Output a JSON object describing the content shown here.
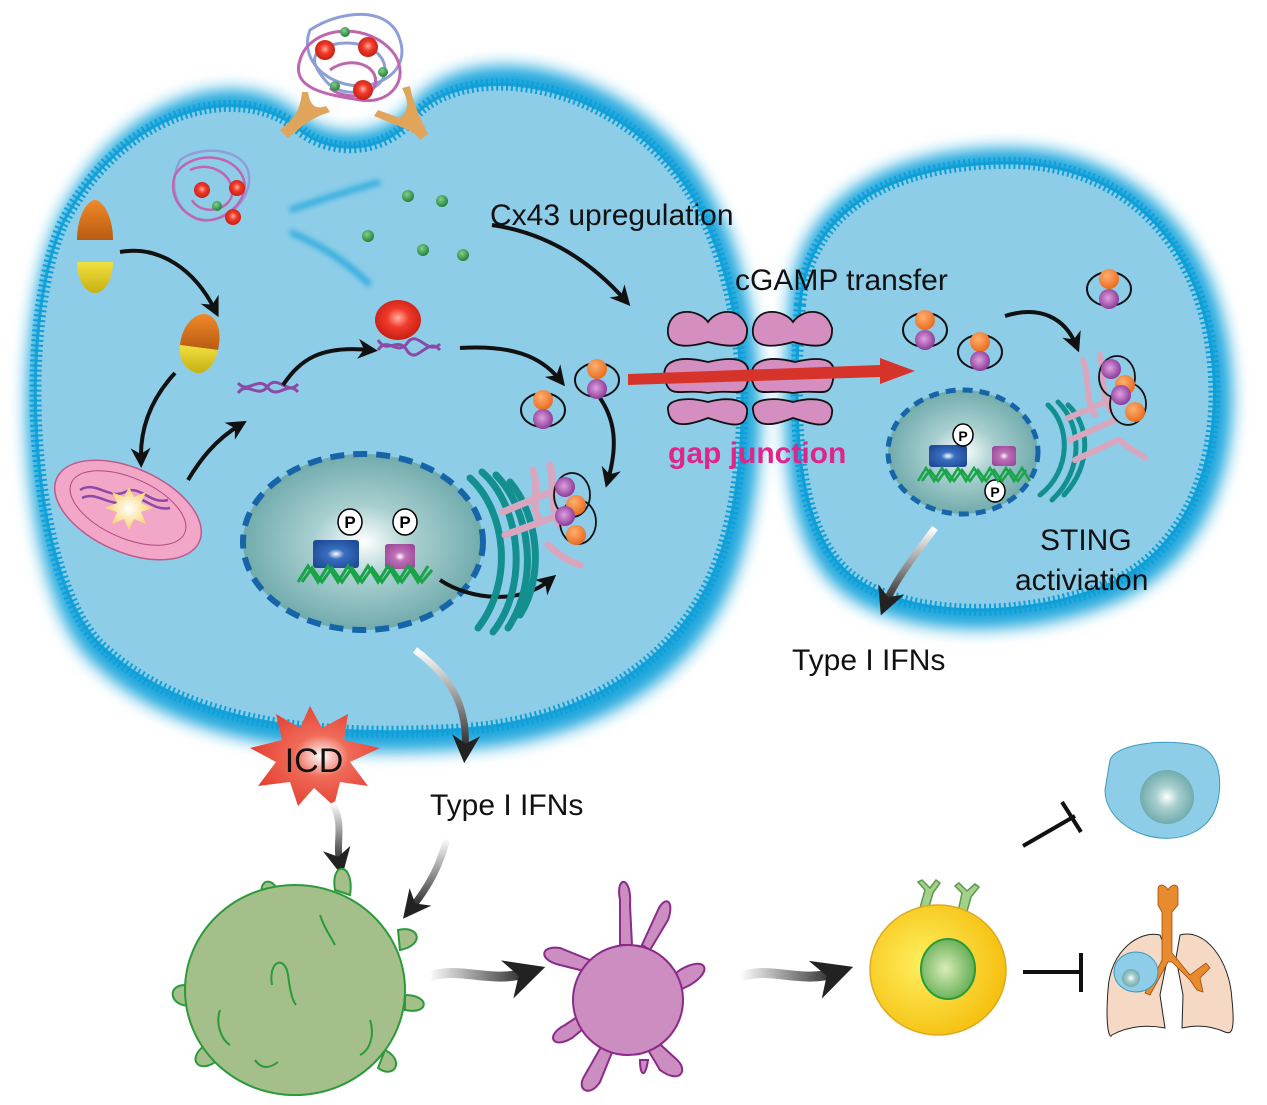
{
  "labels": {
    "cx43": "Cx43 upregulation",
    "cgamp_transfer": "cGAMP transfer",
    "gap_junction": "gap junction",
    "sting_line1": "STING",
    "sting_line2": "activiation",
    "ifn_right": "Type I IFNs",
    "ifn_left": "Type I IFNs",
    "icd": "ICD",
    "phospho": "P"
  },
  "colors": {
    "cytoplasm": "#8ecde8",
    "membrane": "#0f9fd8",
    "membrane_halo": "#1aa6dc",
    "nucleus": "#6aa7a8",
    "nucleus_border": "#1565a8",
    "gap_junction_protein": "#d48fc0",
    "gap_junction_text": "#e0248a",
    "transfer_arrow": "#d6342a",
    "cgamp_orange": "#f07a25",
    "cgamp_purple": "#8e3a9a",
    "er": "#138f8f",
    "sting": "#d9a6bf",
    "icd_star": "#e8423a",
    "dc_immature": "#a4bf8a",
    "dc_mature": "#cc8dc0",
    "t_cell": "#f7d21a",
    "tumor_cell": "#8ecde8",
    "lung": "#f6d9c4",
    "trachea": "#e88a2e",
    "dna_green": "#1aa44a",
    "dna_purple": "#8a4aa6"
  },
  "nodes": [
    {
      "id": "nanoparticle",
      "name": "nanoparticle complex"
    },
    {
      "id": "mitochondrion",
      "name": "damaged mitochondrion"
    },
    {
      "id": "cgas",
      "name": "cGAS bound to DNA"
    },
    {
      "id": "nucleus-left",
      "name": "nucleus with phosphorylated TBK1/IRF3"
    },
    {
      "id": "er-sting-left",
      "name": "ER with STING"
    },
    {
      "id": "gap-junction",
      "name": "Cx43 gap junction"
    },
    {
      "id": "nucleus-right",
      "name": "neighbor cell nucleus"
    },
    {
      "id": "er-sting-right",
      "name": "neighbor ER with STING"
    },
    {
      "id": "dendritic-cell-immature",
      "name": "immature dendritic cell"
    },
    {
      "id": "dendritic-cell-mature",
      "name": "mature dendritic cell"
    },
    {
      "id": "t-cell",
      "name": "cytotoxic T cell"
    },
    {
      "id": "tumor-cell",
      "name": "tumor cell"
    },
    {
      "id": "lung-tumor",
      "name": "lungs with tumor"
    }
  ]
}
